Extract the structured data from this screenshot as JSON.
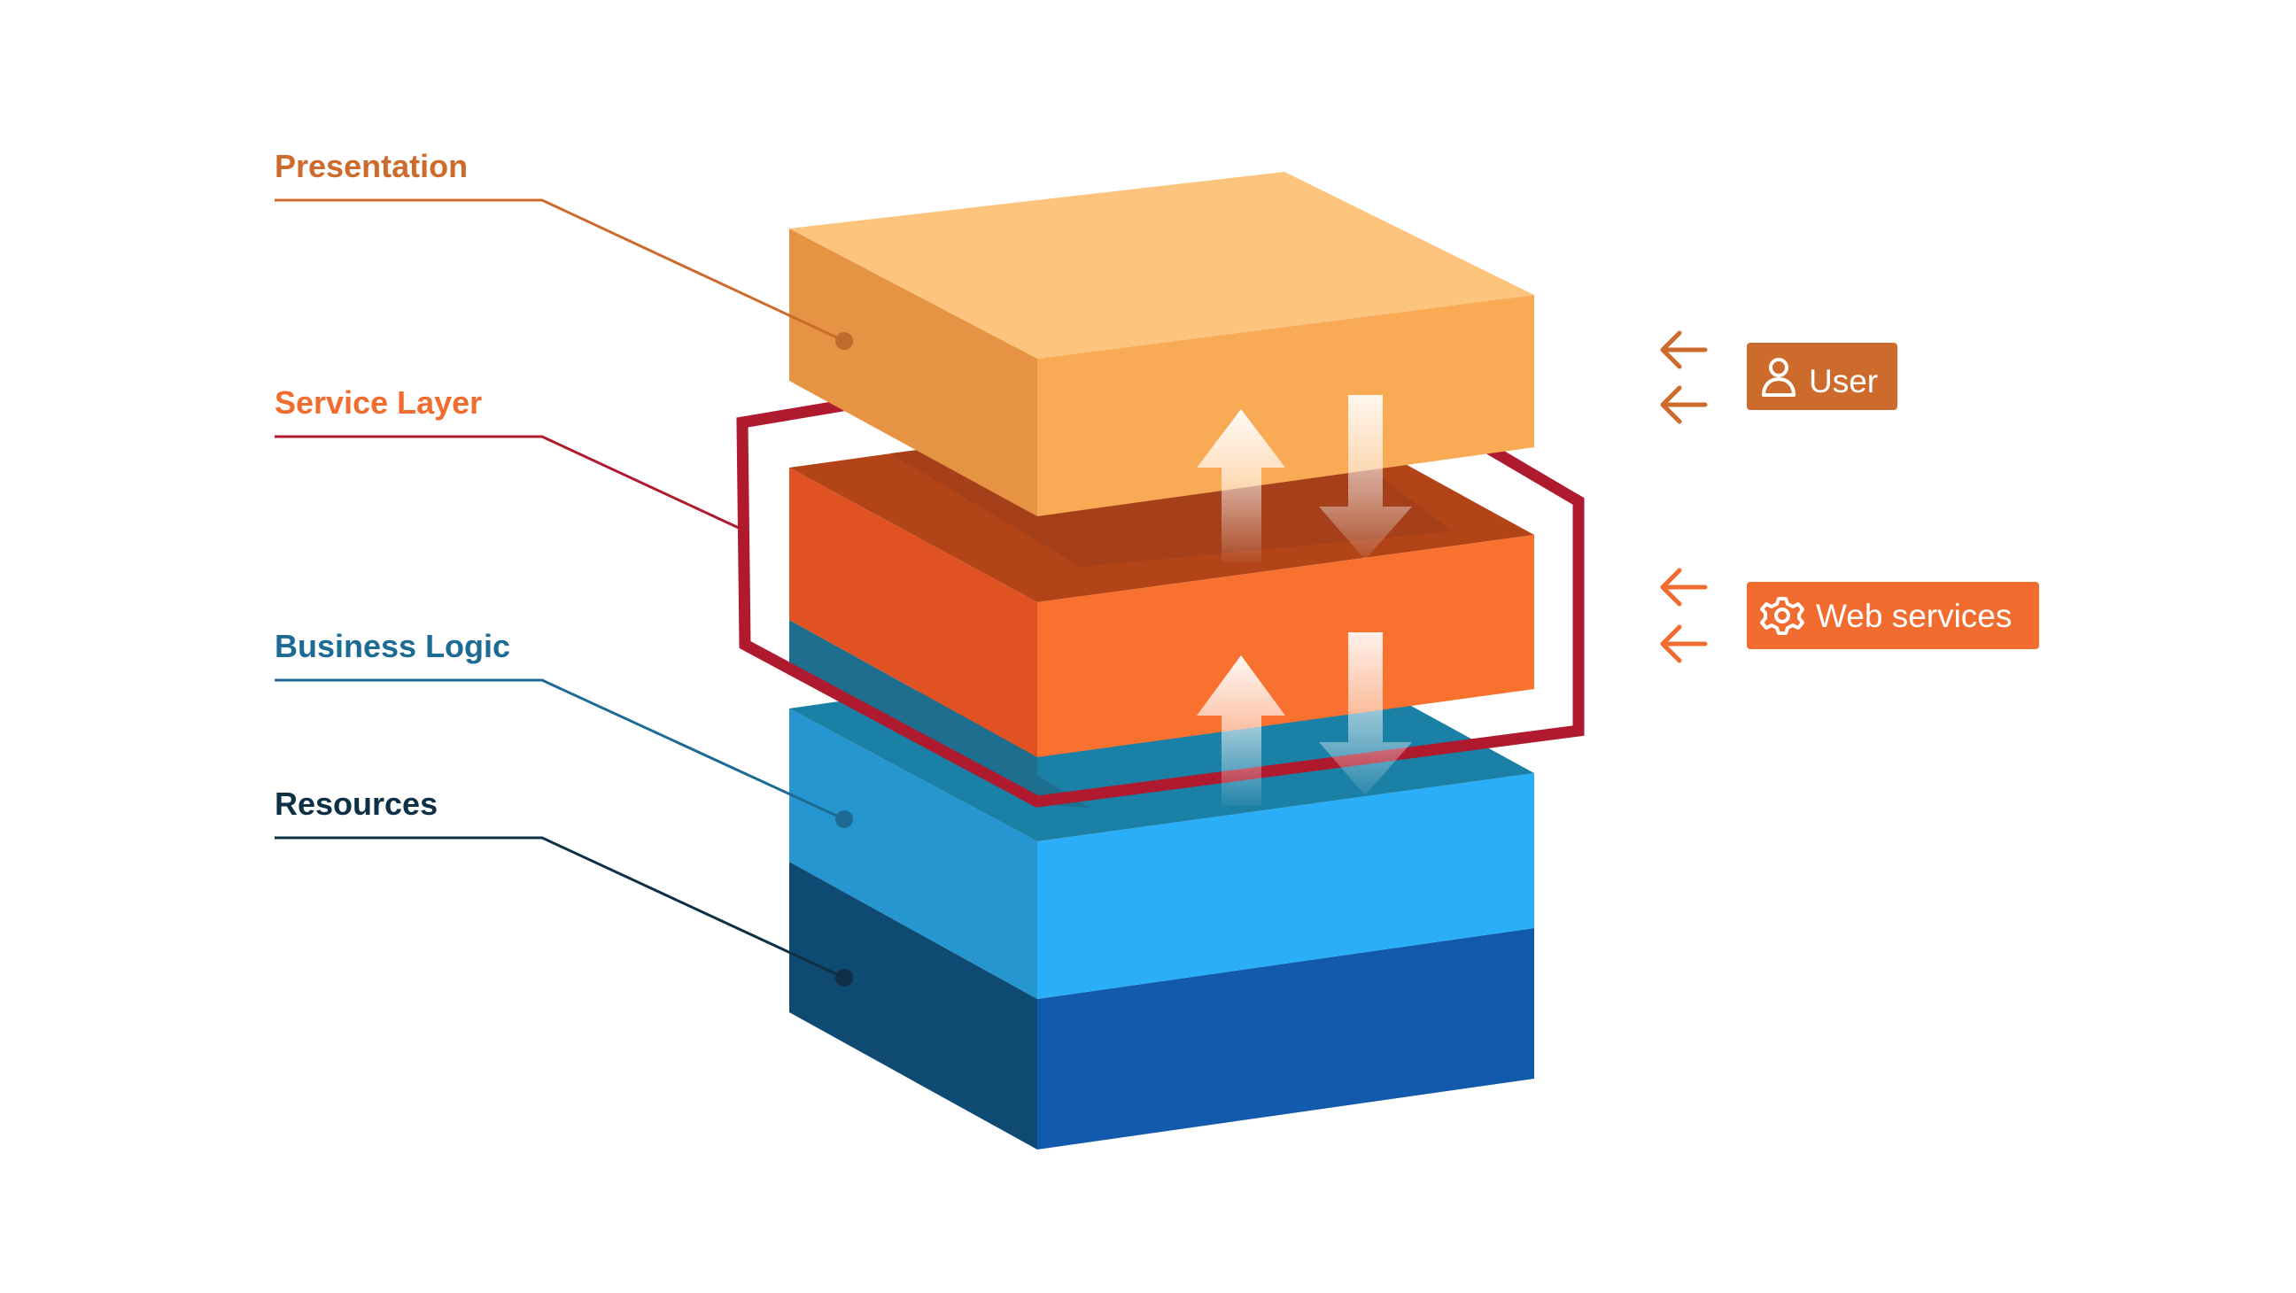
{
  "layers": {
    "presentation": {
      "label": "Presentation",
      "color": "#CC6B2C"
    },
    "service": {
      "label": "Service Layer",
      "color": "#F26B2F"
    },
    "business": {
      "label": "Business Logic",
      "color": "#1D6B94"
    },
    "resources": {
      "label": "Resources",
      "color": "#0E3046"
    }
  },
  "service_boundary_color": "#AF1A2E",
  "consumers": [
    {
      "label": "User",
      "icon": "user-icon",
      "color": "#CC6B2C"
    },
    {
      "label": "Web services",
      "icon": "gear-icon",
      "color": "#F26B2F"
    }
  ]
}
